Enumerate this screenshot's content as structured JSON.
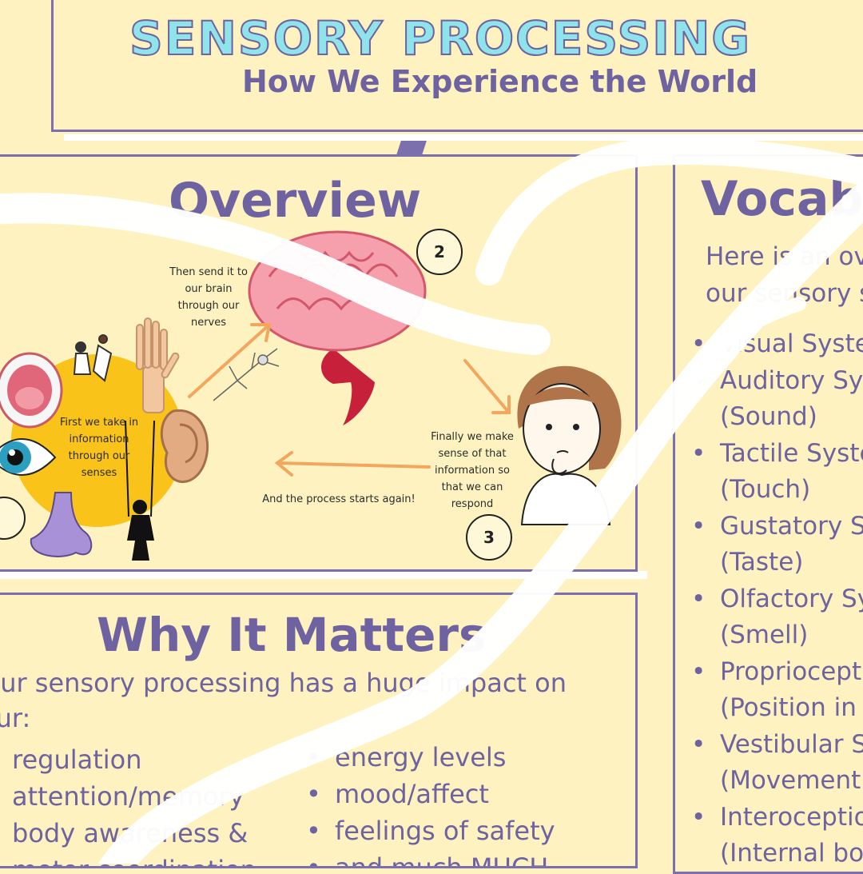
{
  "header": {
    "title": "SENSORY PROCESSING",
    "subtitle": "How We Experience the World"
  },
  "overview": {
    "title": "Overview",
    "steps": {
      "step2": "2",
      "step3": "3"
    },
    "captions": {
      "senses": "First we take in information through our senses",
      "nerves": "Then send it to our brain through our nerves",
      "respond": "Finally we make sense of that information so that we can respond",
      "again": "And the process starts again!"
    }
  },
  "why": {
    "title": "Why It Matters",
    "intro": "Our sensory processing has a huge impact on our:",
    "left_items": [
      "regulation",
      "attention/memory",
      "body awareness &",
      "motor coordination"
    ],
    "right_items": [
      "energy levels",
      "mood/affect",
      "feelings of safety",
      "and much MUCH"
    ]
  },
  "vocab": {
    "title": "Vocabulary",
    "intro": "Here is an overview of our sensory systems",
    "items": [
      {
        "name": "Visual System",
        "detail": ""
      },
      {
        "name": "Auditory System",
        "detail": "(Sound)"
      },
      {
        "name": "Tactile System",
        "detail": "(Touch)"
      },
      {
        "name": "Gustatory System",
        "detail": "(Taste)"
      },
      {
        "name": "Olfactory System",
        "detail": "(Smell)"
      },
      {
        "name": "Proprioception",
        "detail": "(Position in"
      },
      {
        "name": "Vestibular System",
        "detail": "(Movement"
      },
      {
        "name": "Interoception",
        "detail": "(Internal bo"
      }
    ]
  },
  "colors": {
    "background": "#fef3c0",
    "accent": "#6e62a0",
    "title_fill": "#8fe3ea",
    "arrow": "#f3a75e",
    "sun": "#f9c31a"
  }
}
